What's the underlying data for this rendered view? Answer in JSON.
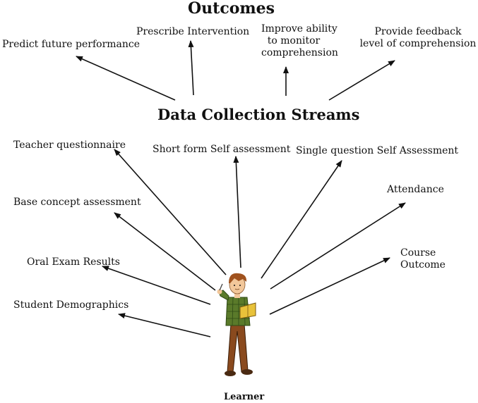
{
  "titles": {
    "outcomes": "Outcomes",
    "streams": "Data Collection Streams",
    "learner": "Learner"
  },
  "outcomes": {
    "predict": "Predict future performance",
    "prescribe": "Prescribe Intervention",
    "improve": [
      "Improve ability",
      "to monitor",
      "comprehension"
    ],
    "feedback": [
      "Provide feedback",
      "level of comprehension"
    ]
  },
  "streams": {
    "teacher_questionnaire": "Teacher questionnaire",
    "short_form": "Short form Self assessment",
    "single_question": "Single question Self Assessment",
    "base_concept": "Base concept assessment",
    "attendance": "Attendance",
    "oral_exam": "Oral Exam Results",
    "course_outcome": [
      "Course",
      "Outcome"
    ],
    "demographics": "Student Demographics"
  },
  "colors": {
    "ink": "#111111",
    "shirt": "#5a7a2a",
    "shirt_check": "#2f4a16",
    "pants": "#8a4a1e",
    "hair": "#a0521e",
    "skin": "#f2c79a",
    "book": "#e8c23a",
    "shoe": "#4a2a12"
  },
  "icons": {
    "learner_figure": "learner-figure-icon"
  }
}
